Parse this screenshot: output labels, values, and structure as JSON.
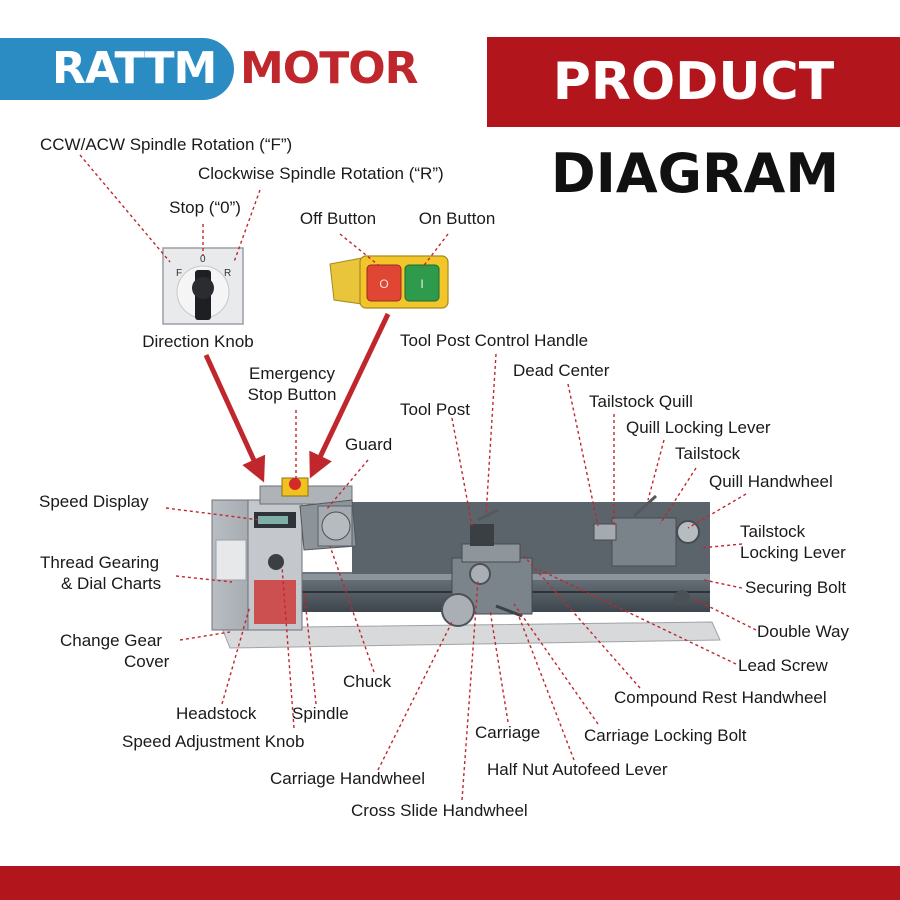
{
  "brand": {
    "name_part1": "RATTM",
    "name_part2": "MOTOR",
    "colors": {
      "blue": "#2b8cc4",
      "red": "#c0272d",
      "banner_red": "#b3151c"
    }
  },
  "header": {
    "banner_text": "PRODUCT",
    "title": "DIAGRAM"
  },
  "labels": {
    "ccw": "CCW/ACW Spindle Rotation (“F”)",
    "cw": "Clockwise Spindle Rotation (“R”)",
    "stop": "Stop (“0”)",
    "off_button": "Off Button",
    "on_button": "On Button",
    "direction_knob": "Direction Knob",
    "tool_post_handle": "Tool Post Control Handle",
    "emergency_1": "Emergency",
    "emergency_2": "Stop Button",
    "dead_center": "Dead Center",
    "tool_post": "Tool Post",
    "tailstock_quill": "Tailstock Quill",
    "guard": "Guard",
    "quill_locking_lever": "Quill Locking Lever",
    "tailstock": "Tailstock",
    "quill_handwheel": "Quill Handwheel",
    "speed_display": "Speed Display",
    "tailstock_locking_1": "Tailstock",
    "tailstock_locking_2": "Locking Lever",
    "thread_gearing_1": "Thread Gearing",
    "thread_gearing_2": "& Dial Charts",
    "securing_bolt": "Securing Bolt",
    "double_way": "Double Way",
    "change_gear_1": "Change Gear",
    "change_gear_2": "Cover",
    "lead_screw": "Lead Screw",
    "chuck": "Chuck",
    "compound_rest": "Compound Rest Handwheel",
    "headstock": "Headstock",
    "spindle": "Spindle",
    "carriage": "Carriage",
    "carriage_locking_bolt": "Carriage Locking Bolt",
    "speed_adjust": "Speed Adjustment Knob",
    "half_nut": "Half Nut Autofeed Lever",
    "carriage_handwheel": "Carriage Handwheel",
    "cross_slide": "Cross Slide Handwheel"
  },
  "switch_marks": {
    "left": "F",
    "center": "0",
    "right": "R"
  },
  "button_marks": {
    "off": "O",
    "on": "I"
  }
}
